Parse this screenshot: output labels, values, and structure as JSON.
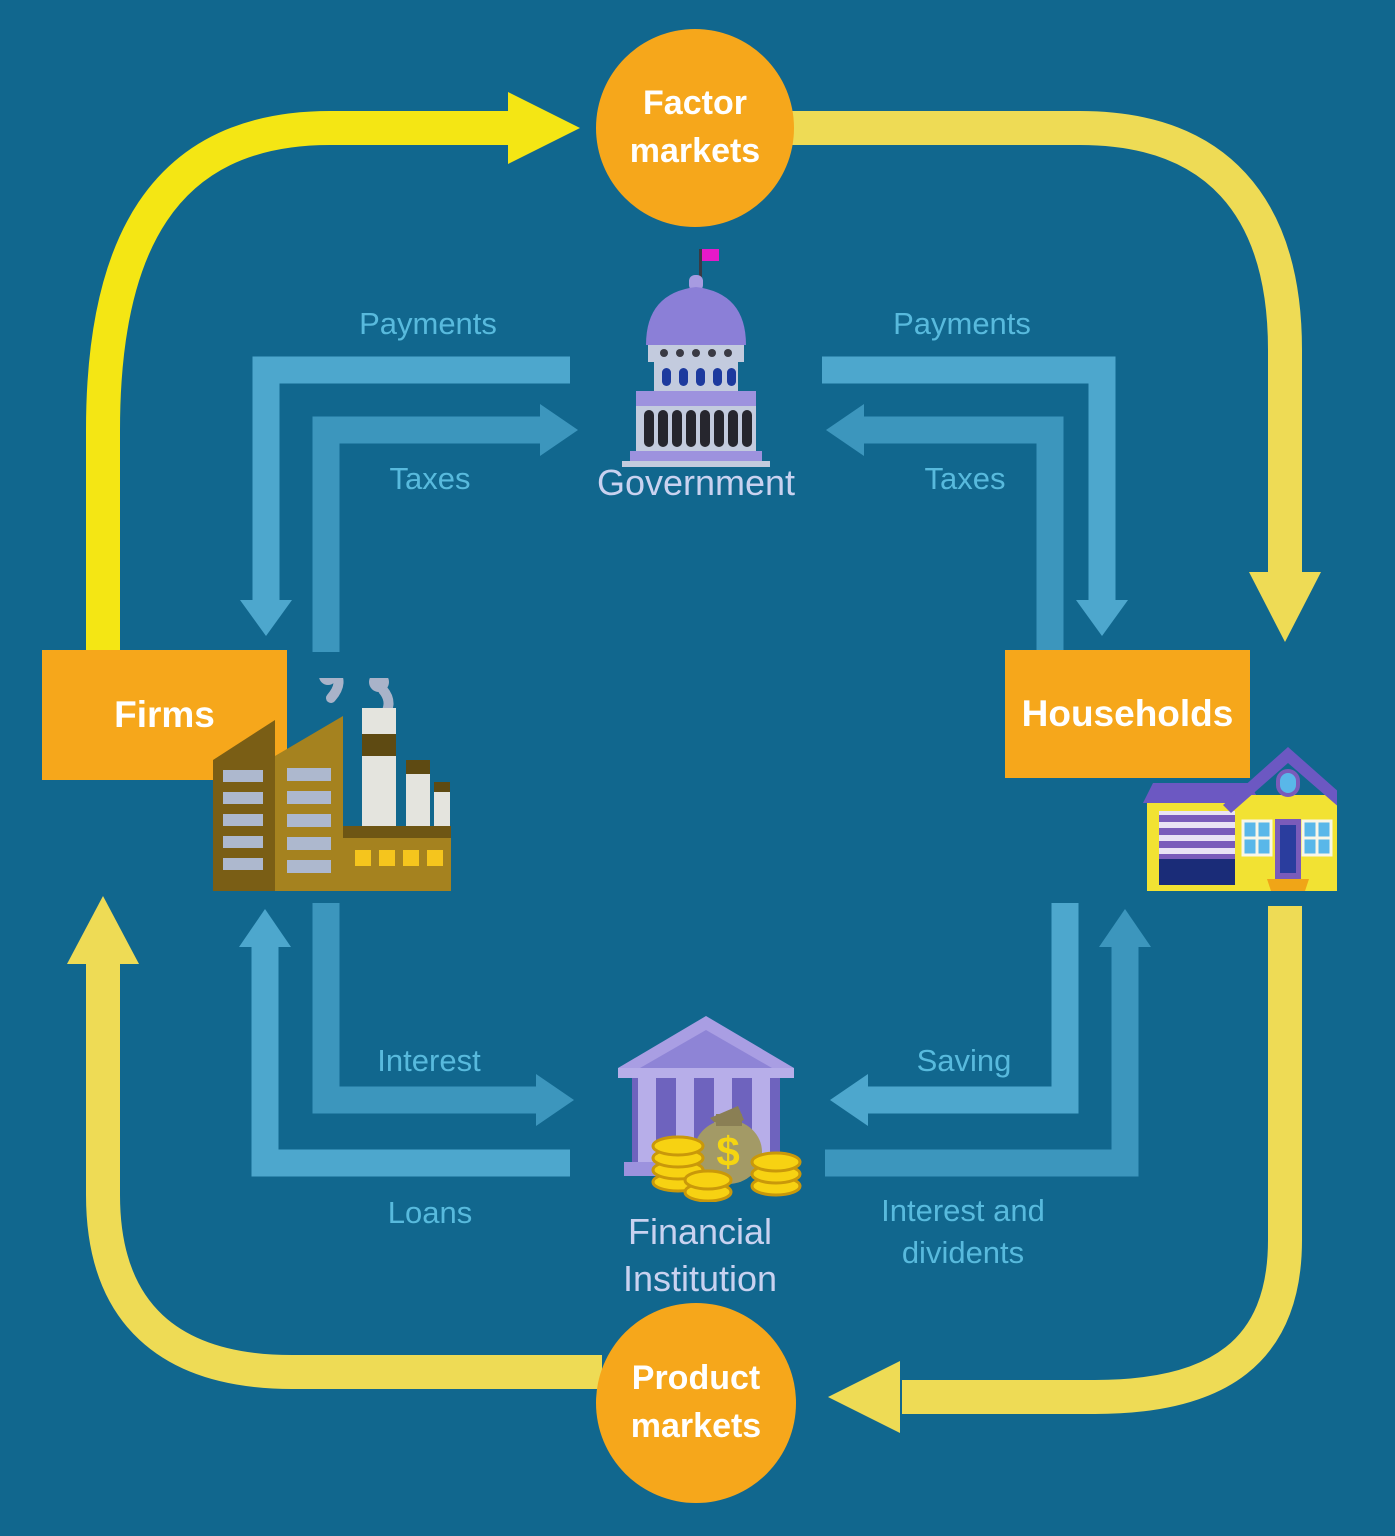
{
  "colors": {
    "background": "#11678E",
    "node_fill": "#F6A71B",
    "node_text": "#FFFFFF",
    "outer_flow_bright": "#F4E614",
    "outer_flow_soft": "#EEDB55",
    "inner_flow_light": "#4DA7CD",
    "inner_flow_dark": "#3C96BD",
    "flow_label_text": "#58BADD",
    "icon_label_text": "#C9D2F0"
  },
  "nodes": {
    "factor_markets": {
      "label": "Factor markets"
    },
    "product_markets": {
      "label": "Product markets"
    },
    "firms": {
      "label": "Firms"
    },
    "households": {
      "label": "Households"
    },
    "government": {
      "label": "Government"
    },
    "financial_institution": {
      "label": "Financial Institution"
    }
  },
  "flows": {
    "payments_left": {
      "label": "Payments"
    },
    "payments_right": {
      "label": "Payments"
    },
    "taxes_left": {
      "label": "Taxes"
    },
    "taxes_right": {
      "label": "Taxes"
    },
    "interest": {
      "label": "Interest"
    },
    "loans": {
      "label": "Loans"
    },
    "saving": {
      "label": "Saving"
    },
    "interest_and_dividents": {
      "label": "Interest and dividents"
    }
  },
  "icons": {
    "government": "capitol-building-icon",
    "firms": "factory-icon",
    "households": "house-icon",
    "financial_institution": "bank-with-money-icon"
  }
}
